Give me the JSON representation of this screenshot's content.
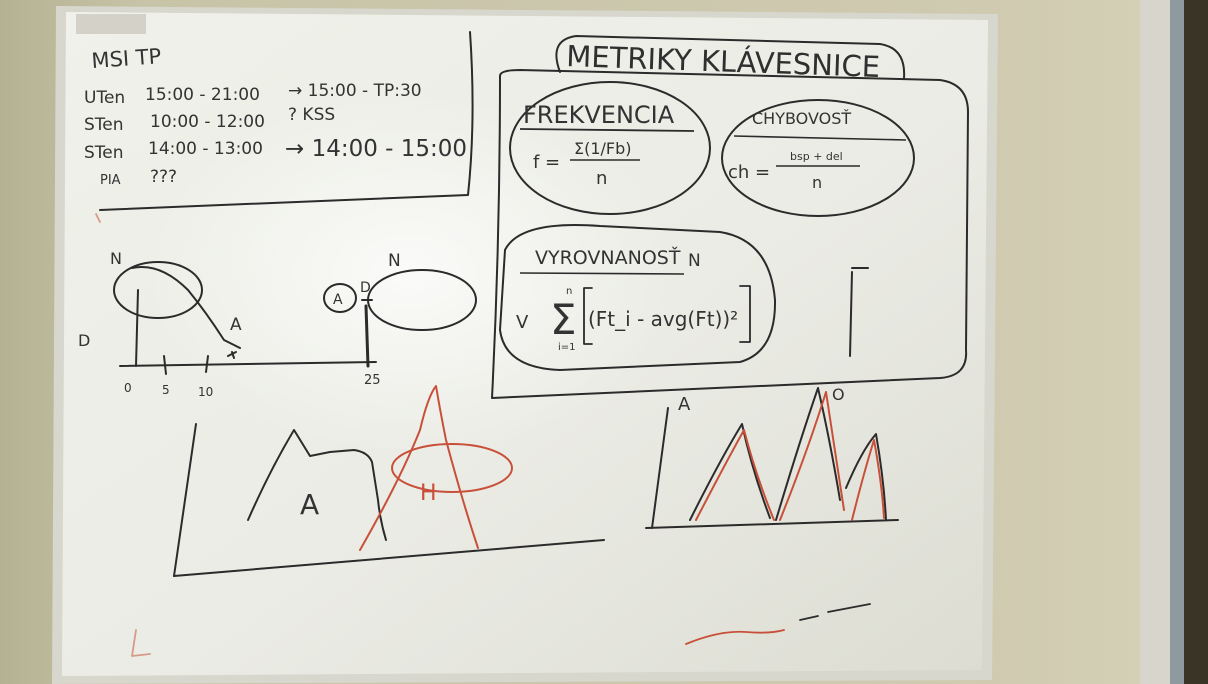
{
  "colors": {
    "wall_left": "#b9b497",
    "wall_right": "#cfcab0",
    "board": "#ebebe4",
    "frame": "#d9d8cf",
    "ink_black": "#2b2b2b",
    "ink_red": "#c8503a"
  },
  "schedule": {
    "title": "MSI TP",
    "rows": [
      {
        "day": "UTen",
        "time": "15:00 - 21:00",
        "note": "→ 15:00 - TP:30"
      },
      {
        "day": "STen",
        "time": "10:00 - 12:00",
        "note": "? KSS"
      },
      {
        "day": "STen",
        "time": "14:00 - 13:00",
        "note": "→ 14:00 - 15:00"
      },
      {
        "day": "PIA",
        "time": "???",
        "note": ""
      }
    ]
  },
  "metrics": {
    "title": "METRIKY KLÁVESNICE",
    "frequency": {
      "label": "FREKVENCIA",
      "lhs": "f =",
      "numerator": "Σ(1/Fb)",
      "denominator": "n"
    },
    "error_rate": {
      "label": "CHYBOVOSŤ",
      "lhs": "ch =",
      "numerator": "bsp + del",
      "denominator": "n"
    },
    "evenness": {
      "label": "VYROVNANOSŤ",
      "suffix": "N",
      "lhs": "V",
      "sum_top": "n",
      "sum_bottom": "i=1",
      "body": "(Ft_i - avg(Ft))²"
    }
  },
  "graph_left": {
    "y_label": "N",
    "y_label2": "D",
    "peak_label": "A",
    "ticks": [
      "0",
      "5",
      "10"
    ]
  },
  "graph_middle": {
    "top_label": "N",
    "circle_label": "A",
    "side_label": "D",
    "tick": "25"
  },
  "graph_bottom": {
    "left_label": "A",
    "right_label": "H"
  },
  "graph_right": {
    "left_label": "A",
    "right_label": "O"
  }
}
